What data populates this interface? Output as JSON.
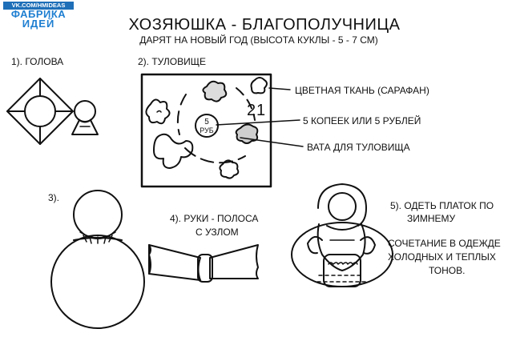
{
  "brand": {
    "url": "VK.COM/HMIDEAS",
    "name_line1": "ФАБРИКА",
    "name_line2": "ИДЕЙ"
  },
  "title": "ХОЗЯЮШКА - БЛАГОПОЛУЧНИЦА",
  "subtitle": "ДАРЯТ НА НОВЫЙ ГОД  (ВЫСОТА КУКЛЫ - 5 - 7 СМ)",
  "steps": {
    "head": "1). ГОЛОВА",
    "body": "2). ТУЛОВИЩЕ",
    "three": "3).",
    "arms_line1": "4). РУКИ - ПОЛОСА",
    "arms_line2": "С УЗЛОМ",
    "scarf_line1": "5). ОДЕТЬ ПЛАТОК ПО",
    "scarf_line2": "ЗИМНЕМУ"
  },
  "callouts": {
    "fabric": "ЦВЕТНАЯ ТКАНЬ (САРАФАН)",
    "coins": "5 КОПЕЕК ИЛИ 5 РУБЛЕЙ",
    "cotton": "ВАТА ДЛЯ ТУЛОВИЩА"
  },
  "coin": {
    "value": "5",
    "unit": "РУБ"
  },
  "number_marks": {
    "one": "1",
    "two": "2"
  },
  "note": {
    "line1": "СОЧЕТАНИЕ В ОДЕЖДЕ",
    "line2": "ХОЛОДНЫХ И ТЕПЛЫХ",
    "line3": "ТОНОВ."
  }
}
